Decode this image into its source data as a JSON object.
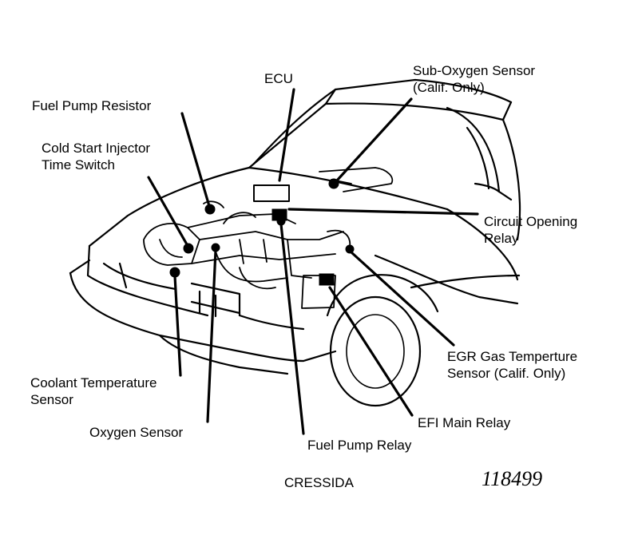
{
  "diagram": {
    "labels": {
      "ecu": [
        "ECU"
      ],
      "sub_oxygen_sensor": [
        "Sub-Oxygen Sensor",
        "(Calif. Only)"
      ],
      "fuel_pump_resistor": [
        "Fuel Pump Resistor"
      ],
      "cold_start_injector": [
        "Cold Start Injector",
        "Time Switch"
      ],
      "circuit_opening_relay": [
        "Circuit Opening",
        "Relay"
      ],
      "egr_gas_sensor": [
        "EGR Gas Temperture",
        "Sensor (Calif. Only)"
      ],
      "coolant_temp_sensor": [
        "Coolant Temperature",
        "Sensor"
      ],
      "efi_main_relay": [
        "EFI Main Relay"
      ],
      "oxygen_sensor": [
        "Oxygen Sensor"
      ],
      "fuel_pump_relay": [
        "Fuel Pump Relay"
      ]
    },
    "model_name": "CRESSIDA",
    "figure_number": "118499"
  }
}
